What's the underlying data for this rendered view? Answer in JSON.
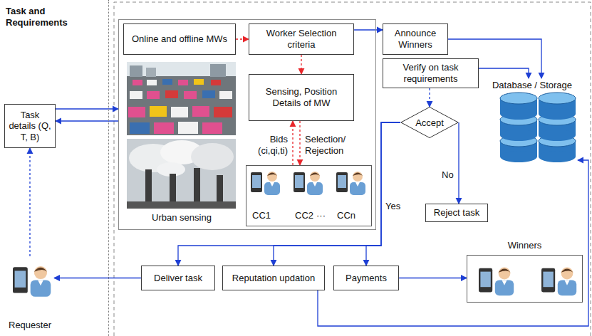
{
  "diagram": {
    "nodes": [
      {
        "text": [
          "Task and Requirements"
        ]
      },
      {
        "text": [
          "Task details (Q, T, B)"
        ],
        "in": 0
      },
      {
        "text": [
          "Requester"
        ],
        "in": 0
      },
      {
        "text": [
          "Urban sensing"
        ]
      },
      {
        "text": [
          "Online and offline MWs"
        ],
        "in": 3
      },
      {
        "text": [
          "Worker Selection criteria"
        ],
        "in": 3
      },
      {
        "text": [
          "Sensing, Position Details of MW"
        ],
        "in": 3
      },
      {
        "text": [
          "CC1",
          "CC2",
          "···",
          "CCn"
        ],
        "in": 3
      },
      {
        "text": [
          "Announce Winners"
        ]
      },
      {
        "text": [
          "Verify on task requirements"
        ]
      },
      {
        "text": [
          "Accept"
        ]
      },
      {
        "text": [
          "Reject task"
        ]
      },
      {
        "text": [
          "Database / Storage"
        ]
      },
      {
        "text": [
          "Deliver task"
        ]
      },
      {
        "text": [
          "Reputation updation"
        ]
      },
      {
        "text": [
          "Payments"
        ]
      },
      {
        "text": [
          "Winners"
        ]
      }
    ],
    "edges": [
      {
        "from": 1,
        "to": 3,
        "arrow": "to"
      },
      {
        "from": 3,
        "to": 1,
        "arrow": "to"
      },
      {
        "from": 2,
        "to": 1,
        "arrow": "to"
      },
      {
        "from": 4,
        "to": 5,
        "arrow": "to"
      },
      {
        "from": 5,
        "to": 6,
        "arrow": "to"
      },
      {
        "from": 7,
        "to": 6,
        "label": "Bids (ci,qi,ti)",
        "arrow": "to"
      },
      {
        "from": 6,
        "to": 7,
        "label": "Selection/ Rejection",
        "arrow": "to"
      },
      {
        "from": 5,
        "to": 8,
        "arrow": "to"
      },
      {
        "from": 8,
        "to": 12,
        "arrow": "to"
      },
      {
        "from": 9,
        "to": 12,
        "arrow": "to"
      },
      {
        "from": 9,
        "to": 10,
        "arrow": "to"
      },
      {
        "from": 10,
        "to": 11,
        "label": "No",
        "arrow": "to"
      },
      {
        "from": 10,
        "to": 13,
        "label": "Yes",
        "arrow": "to"
      },
      {
        "from": 10,
        "to": 14,
        "arrow": "to"
      },
      {
        "from": 10,
        "to": 15,
        "arrow": "to"
      },
      {
        "from": 13,
        "to": 2,
        "arrow": "to"
      },
      {
        "from": 14,
        "to": 12,
        "arrow": "to"
      },
      {
        "from": 15,
        "to": 16,
        "arrow": "to"
      }
    ]
  }
}
